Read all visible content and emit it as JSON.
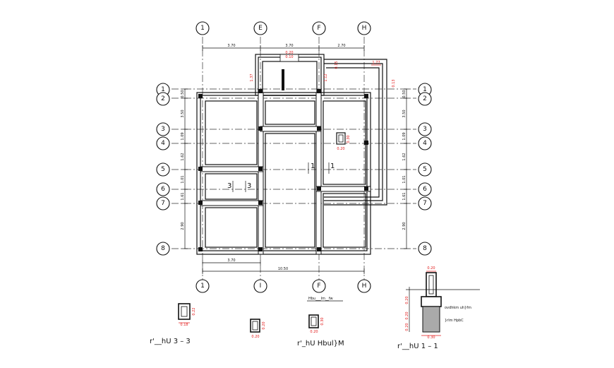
{
  "grid": {
    "top_labels": [
      "1",
      "E",
      "F",
      "H"
    ],
    "bottom_labels": [
      "1",
      "I",
      "F",
      "H"
    ],
    "left_labels": [
      "1",
      "2",
      "3",
      "4",
      "5",
      "6",
      "7",
      "8"
    ],
    "right_labels": [
      "1",
      "2",
      "3",
      "4",
      "5",
      "6",
      "7",
      "8"
    ]
  },
  "dimensions": {
    "top": [
      "3.70",
      "3.70",
      "2.70"
    ],
    "bottom_partial": "3.70",
    "bottom_total": "10.50",
    "left": [
      "0.50",
      "3.50",
      "1.09",
      "1.62",
      "1.01",
      "1.61",
      "2.90"
    ],
    "right": [
      "0.50",
      "3.50",
      "1.09",
      "1.62",
      "1.01",
      "1.61",
      "2.90"
    ],
    "red": [
      "0.20",
      "0.10",
      "1.37",
      "1.12",
      "1.77",
      "0.13",
      "0.15"
    ]
  },
  "plan_marks": {
    "section_3_left": "3",
    "section_3_right": "3",
    "section_1_left": "1",
    "section_1_right": "1"
  },
  "details": {
    "detail_a_caption": "r'__hU  3   –   3",
    "detail_b_caption": "r'_hU Hbul}M",
    "detail_c_caption": "r'__hU   1   –   1",
    "detail_c_label_1": "ovdhkm uh}fm",
    "detail_c_label_2": "}rlm HpbC",
    "detail_b_header": "Hbu___lm__fw",
    "red_values": [
      "0.22",
      "0.18",
      "0.20",
      "0.20",
      "0.30",
      "0.20",
      "0.20",
      "0.20",
      "0.20",
      "0.20",
      "0.30"
    ]
  }
}
